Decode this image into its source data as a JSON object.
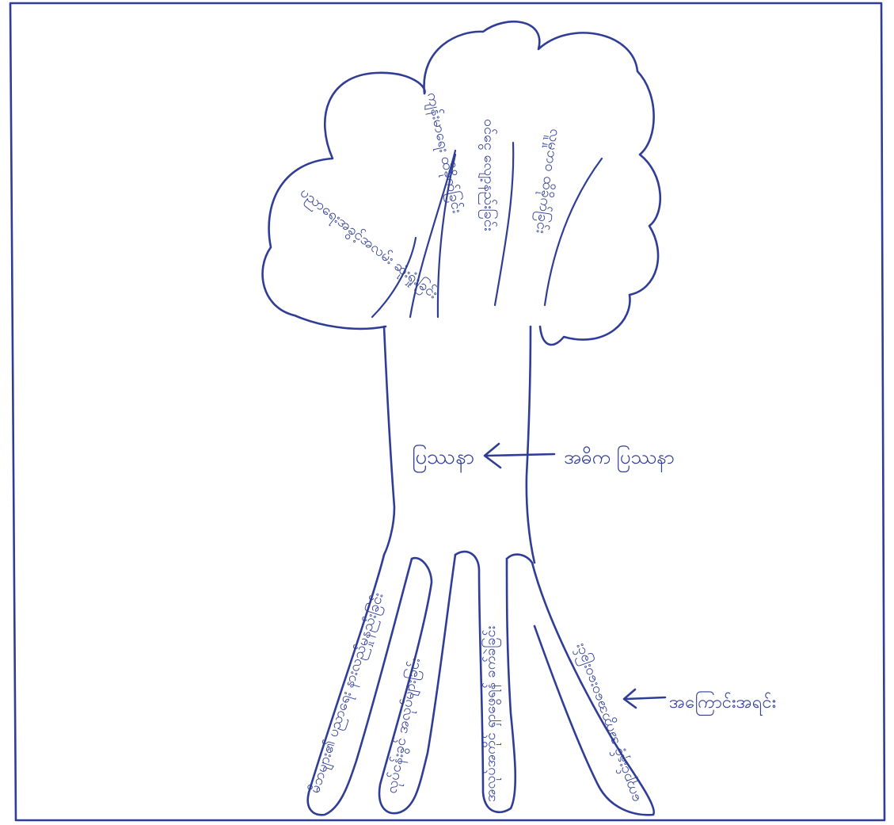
{
  "diagram": {
    "trunk_label": "ပြဿနာ",
    "trunk_pointer_label": "အဓိက ပြဿနာ",
    "root_pointer_label": "အကြောင်းအရင်း",
    "canopy_branches": [
      "ပညာရေးအခွင့်အလမ်း ဆုံးရှုံးခြင်း",
      "ကျန်းမာရေး ထိခိုက်ခြင်း",
      "ဝင်ငွေ လျော့နည်းခြင်း",
      "လူမှုဘဝ ထိခိုက်ခြင်း"
    ],
    "roots": [
      "မိဘများ၏ ပညာရေး နားလည်မှုနည်းခြင်း",
      "လုပ်ငန်းခွင် အလုပ်များခြင်း",
      "အလုပ်အကိုင် ရှာဖွေရန် ခက်ခဲခြင်း",
      "ကျောင်းနှင့် အကွာအဝေးဝေးခြင်း"
    ],
    "colors": {
      "ink": "#2f3d96",
      "paper": "#ffffff"
    }
  }
}
